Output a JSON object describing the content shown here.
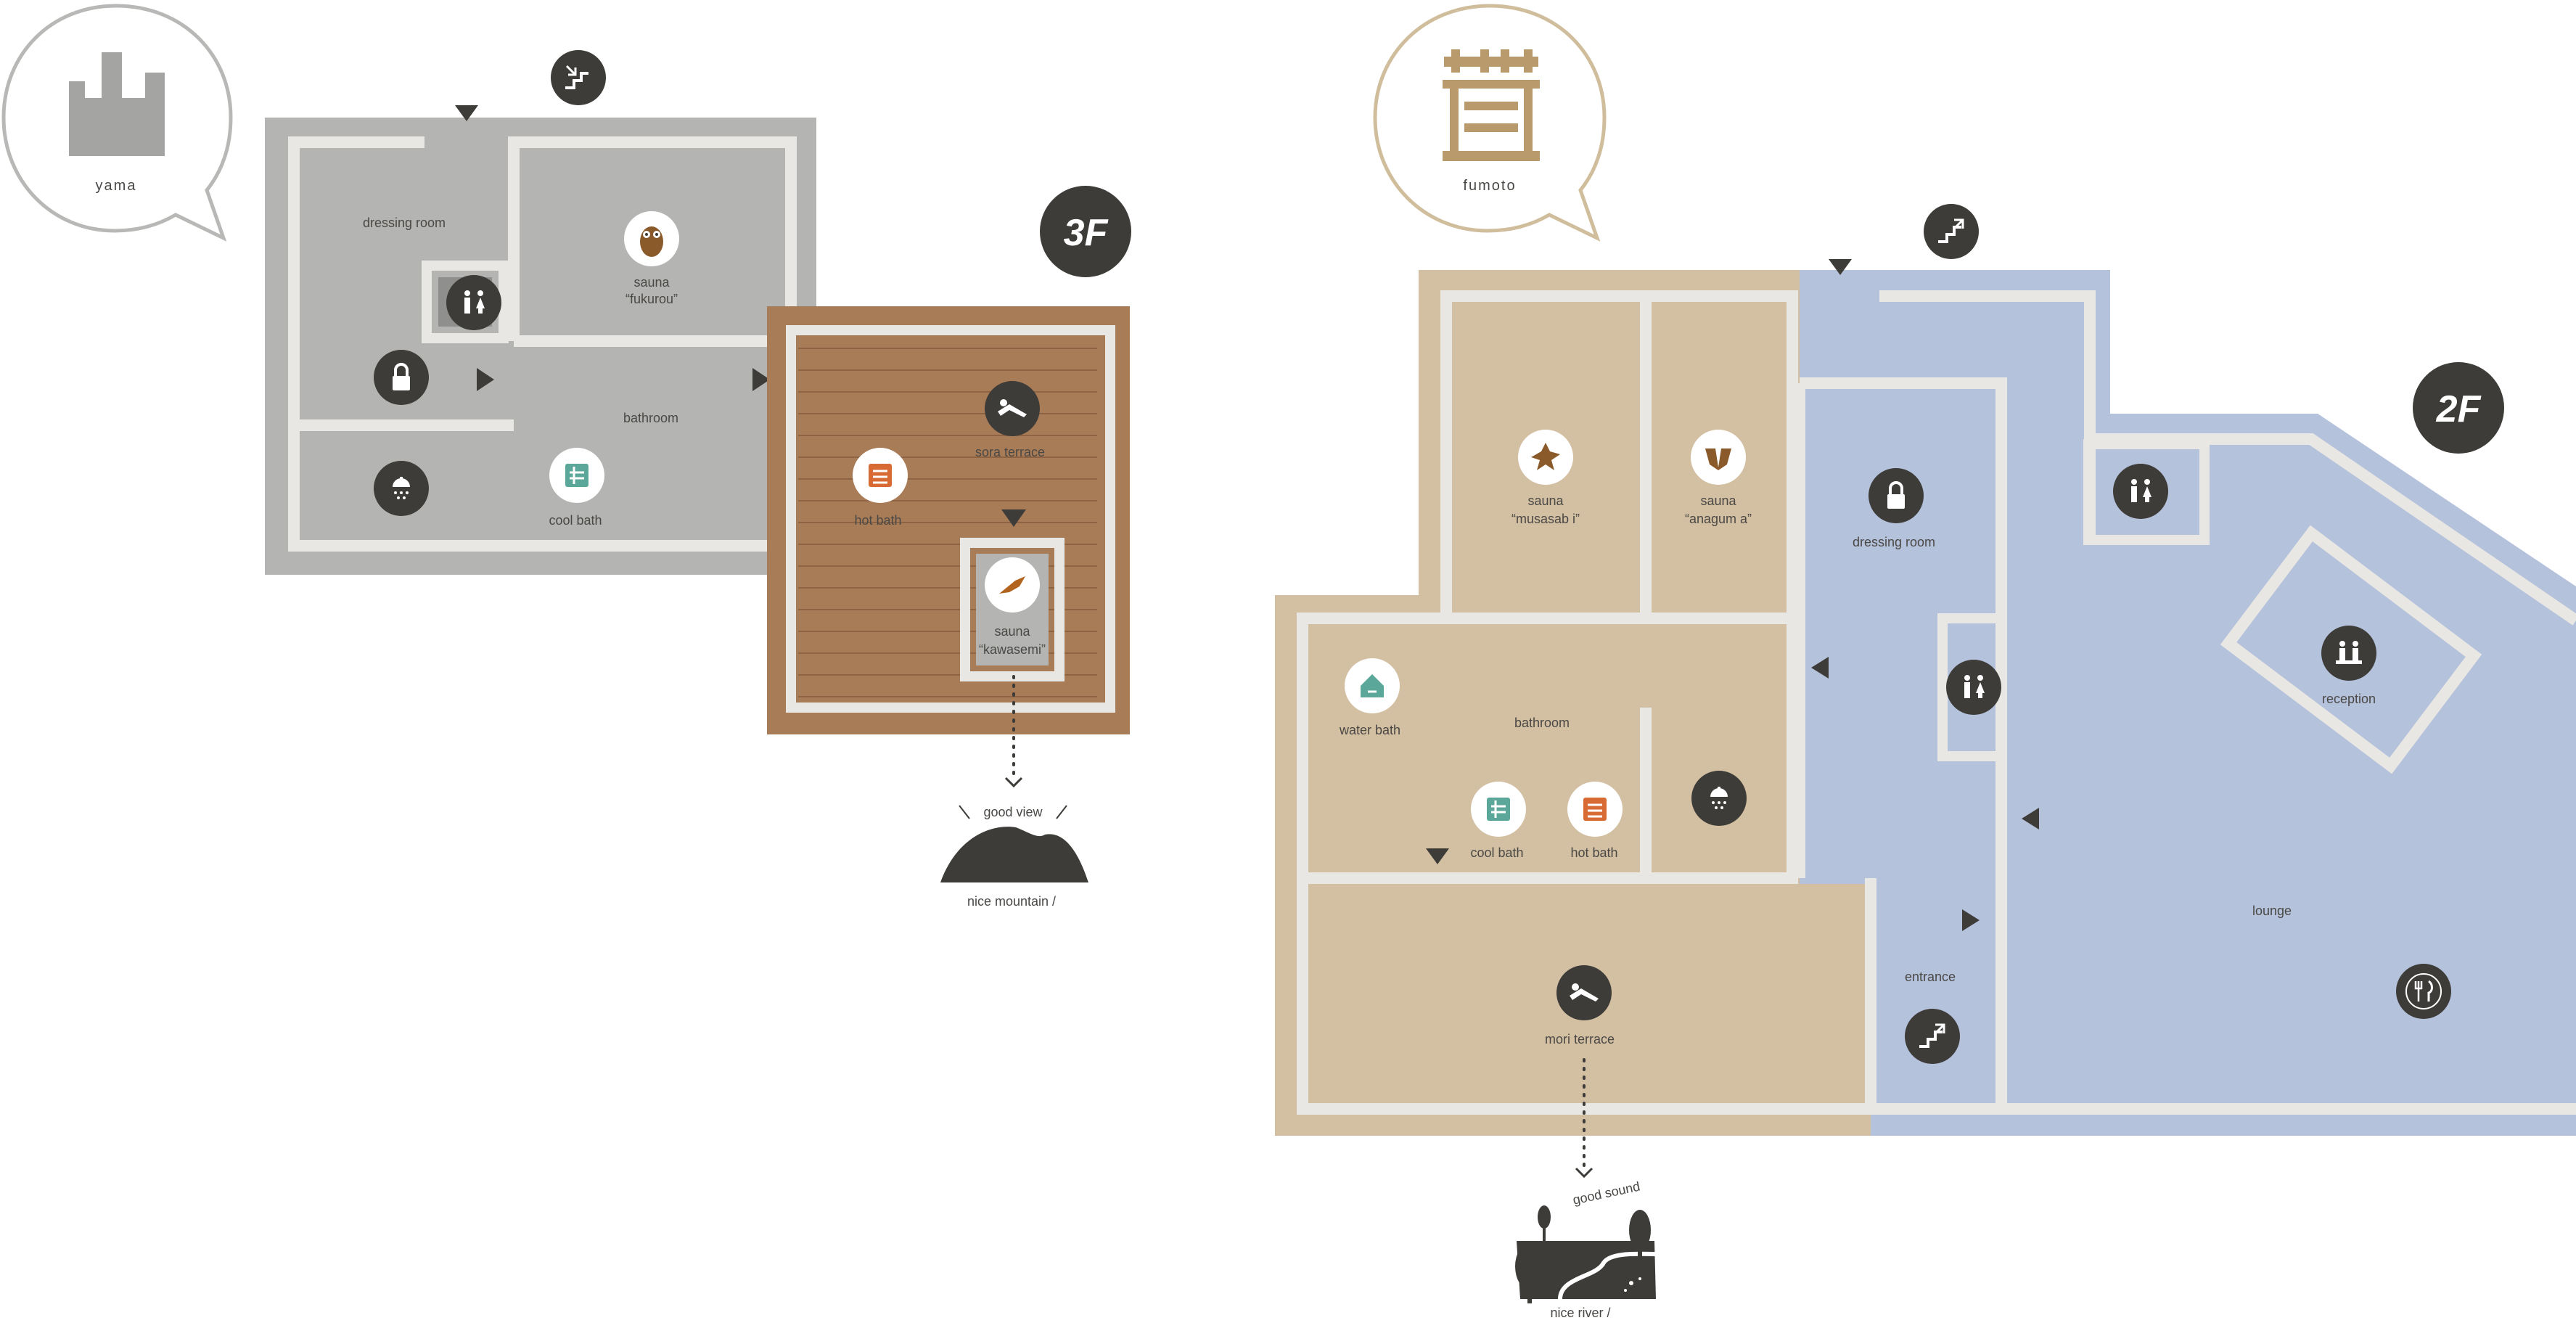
{
  "yama": {
    "badge": "yama",
    "floor": "3F",
    "rooms": {
      "dressing_room": "dressing room",
      "sauna_fukurou_1": "sauna",
      "sauna_fukurou_2": "“fukurou”",
      "bathroom": "bathroom",
      "cool_bath": "cool bath",
      "sora_terrace": "sora terrace",
      "hot_bath": "hot bath",
      "sauna_kawasemi_1": "sauna",
      "sauna_kawasemi_2": "“kawasemi”"
    },
    "view": {
      "caption": "good view",
      "label": "nice mountain  /"
    }
  },
  "fumoto": {
    "badge": "fumoto",
    "floor": "2F",
    "rooms": {
      "sauna_musasabi_1": "sauna",
      "sauna_musasabi_2": "“musasab i”",
      "sauna_anaguma_1": "sauna",
      "sauna_anaguma_2": "“anagum a”",
      "dressing_room": "dressing room",
      "reception": "reception",
      "water_bath": "water bath",
      "bathroom": "bathroom",
      "cool_bath": "cool bath",
      "hot_bath": "hot bath",
      "lounge": "lounge",
      "entrance": "entrance",
      "mori_terrace": "mori terrace"
    },
    "view": {
      "caption": "good sound",
      "label": "nice river  /"
    }
  },
  "colors": {
    "yama_floor": "#b4b4b2",
    "wall": "#e9e7e3",
    "terrace": "#a97c58",
    "fumoto_floor": "#d3bfa2",
    "lounge_floor": "#b5c2dc",
    "icon_dark": "#3e3c39",
    "icon_light": "#ffffff",
    "accent_owl": "#8a5a2b",
    "accent_teal": "#5ba79a",
    "accent_orange": "#d86a33"
  }
}
